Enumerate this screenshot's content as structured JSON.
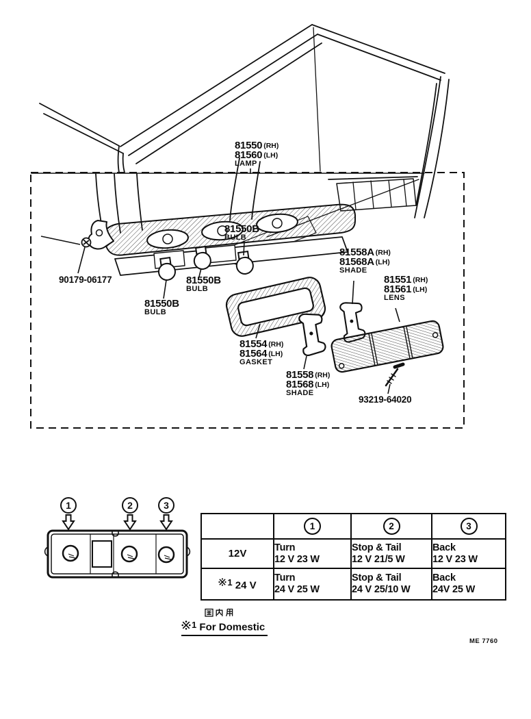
{
  "page": {
    "footer_code": "ME 7760"
  },
  "parts": {
    "lamp": {
      "code_rh": "81550",
      "side_rh": "(RH)",
      "code_lh": "81560",
      "side_lh": "(LH)",
      "name": "LAMP"
    },
    "bulb": {
      "code": "81550B",
      "name": "BULB"
    },
    "mount_screw": {
      "code": "90179-06177"
    },
    "shade_upper": {
      "code_rh": "81558A",
      "side_rh": "(RH)",
      "code_lh": "81568A",
      "side_lh": "(LH)",
      "name": "SHADE"
    },
    "lens": {
      "code_rh": "81551",
      "side_rh": "(RH)",
      "code_lh": "81561",
      "side_lh": "(LH)",
      "name": "LENS"
    },
    "gasket": {
      "code_rh": "81554",
      "side_rh": "(RH)",
      "code_lh": "81564",
      "side_lh": "(LH)",
      "name": "GASKET"
    },
    "shade_lower": {
      "code_rh": "81558",
      "side_rh": "(RH)",
      "code_lh": "81568",
      "side_lh": "(LH)",
      "name": "SHADE"
    },
    "lens_screw": {
      "code": "93219-64020"
    }
  },
  "indicators": {
    "one": "1",
    "two": "2",
    "three": "3"
  },
  "table": {
    "col_headers": [
      "",
      "1",
      "2",
      "3"
    ],
    "rows": [
      {
        "ref": "",
        "voltage": "12V",
        "turn_label": "Turn",
        "turn_spec": "12 V 23 W",
        "stop_label": "Stop & Tail",
        "stop_spec": "12 V 21/5 W",
        "back_label": "Back",
        "back_spec": "12 V 23 W"
      },
      {
        "ref": "※1",
        "ref_num": "1",
        "voltage": "24 V",
        "turn_label": "Turn",
        "turn_spec": "24 V 25 W",
        "stop_label": "Stop & Tail",
        "stop_spec": "24 V 25/10 W",
        "back_label": "Back",
        "back_spec": "24V 25 W"
      }
    ]
  },
  "notes": {
    "jp": "国内用",
    "ref": "※1",
    "ref_num": "1",
    "domestic": "For Domestic"
  }
}
